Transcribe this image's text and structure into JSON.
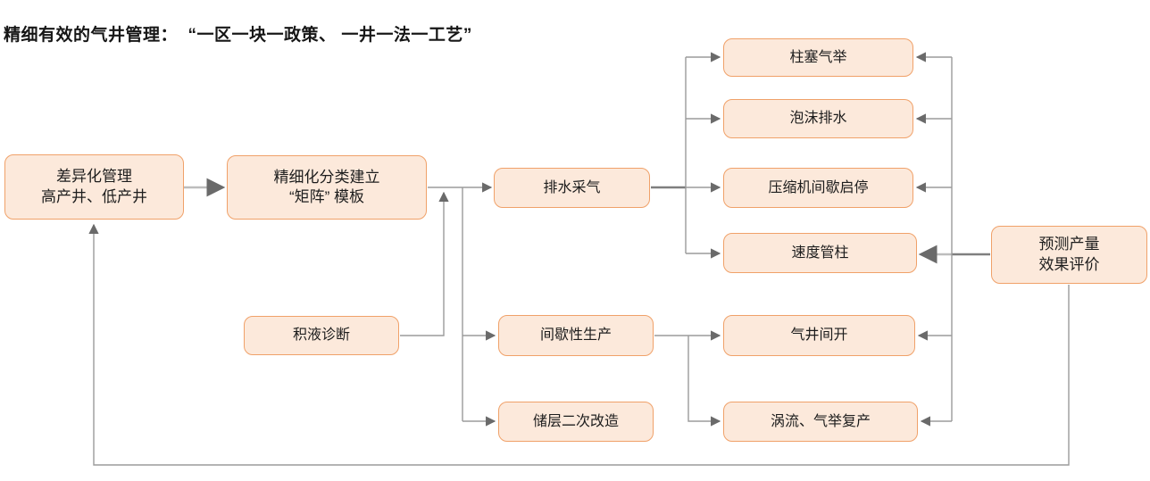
{
  "title": "精细有效的气井管理：  “一区一块一政策、 一井一法一工艺”",
  "colors": {
    "node_fill": "#fce9db",
    "node_border": "#f0a169",
    "line_gray": "#9b9b9b",
    "line_dark_gray": "#7f7f7f",
    "line_light_gray": "#bdbdbd",
    "arrowhead": "#6a6a6a",
    "text": "#1d1d1d"
  },
  "nodes": {
    "differential_management": {
      "line1": "差异化管理",
      "line2": "高产井、低产井"
    },
    "matrix_template": {
      "line1": "精细化分类建立",
      "line2": "“矩阵” 模板"
    },
    "drainage_gas_recovery": {
      "label": "排水采气"
    },
    "plunger_lift": {
      "label": "柱塞气举"
    },
    "foam_drainage": {
      "label": "泡沫排水"
    },
    "compressor_intermittent": {
      "label": "压缩机间歇启停"
    },
    "velocity_string": {
      "label": "速度管柱"
    },
    "liquid_diagnosis": {
      "label": "积液诊断"
    },
    "intermittent_production": {
      "label": "间歇性生产"
    },
    "gas_well_intermittent_opening": {
      "label": "气井间开"
    },
    "reservoir_restimulation": {
      "label": "储层二次改造"
    },
    "vortex_gas_lift_recovery": {
      "label": "涡流、气举复产"
    },
    "prediction_evaluation": {
      "line1": "预测产量",
      "line2": "效果评价"
    }
  }
}
